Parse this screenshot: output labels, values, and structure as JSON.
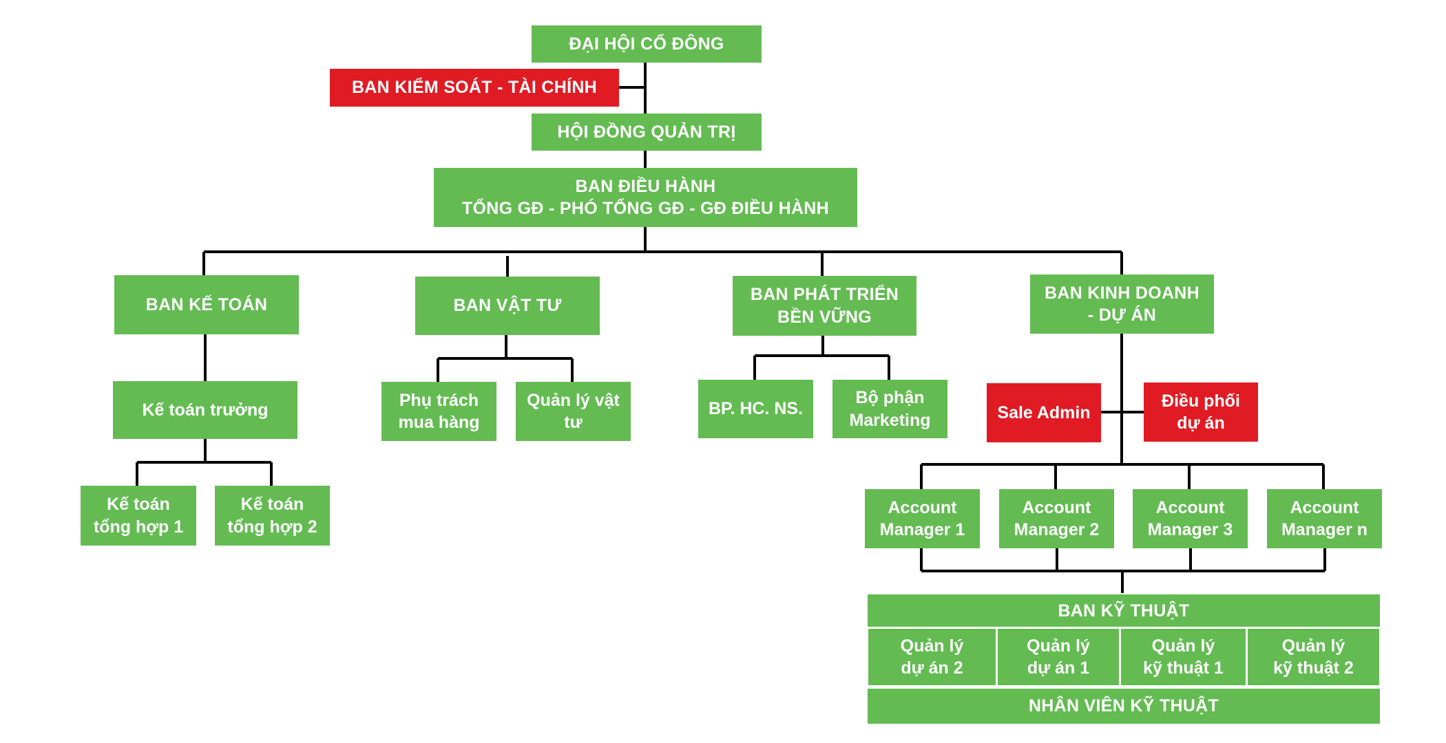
{
  "colors": {
    "primary_box": "#63bb52",
    "highlight_box": "#e01b24",
    "connector": "#000000",
    "text": "#ffffff"
  },
  "top": {
    "shareholders": "ĐẠI HỘI CỔ ĐÔNG",
    "supervisory": "BAN KIỂM SOÁT - TÀI CHÍNH",
    "board": "HỘI ĐỒNG QUẢN TRỊ",
    "executive": "BAN ĐIỀU HÀNH\nTỔNG GĐ - PHÓ TỔNG GĐ - GĐ ĐIỀU HÀNH"
  },
  "accounting": {
    "title": "BAN KẾ TOÁN",
    "chief": "Kế toán trưởng",
    "staff": [
      "Kế toán\ntổng hợp 1",
      "Kế toán\ntổng hợp 2"
    ]
  },
  "materials": {
    "title": "BAN VẬT TƯ",
    "staff": [
      "Phụ trách\nmua hàng",
      "Quản lý vật\ntư"
    ]
  },
  "sustainability": {
    "title": "BAN PHÁT TRIỂN\nBỀN VỮNG",
    "staff": [
      "BP. HC. NS.",
      "Bộ phận\nMarketing"
    ]
  },
  "sales": {
    "title": "BAN KINH DOANH\n- DỰ ÁN",
    "sale_admin": "Sale Admin",
    "coordinator": "Điều phối\ndự án",
    "account_managers": [
      "Account\nManager 1",
      "Account\nManager 2",
      "Account\nManager 3",
      "Account\nManager n"
    ]
  },
  "technical": {
    "title": "BAN KỸ THUẬT",
    "managers": [
      "Quản lý\ndự án 2",
      "Quản lý\ndự án 1",
      "Quản lý\nkỹ thuật 1",
      "Quản lý\nkỹ thuật 2"
    ],
    "staff": "NHÂN VIÊN KỸ THUẬT"
  }
}
